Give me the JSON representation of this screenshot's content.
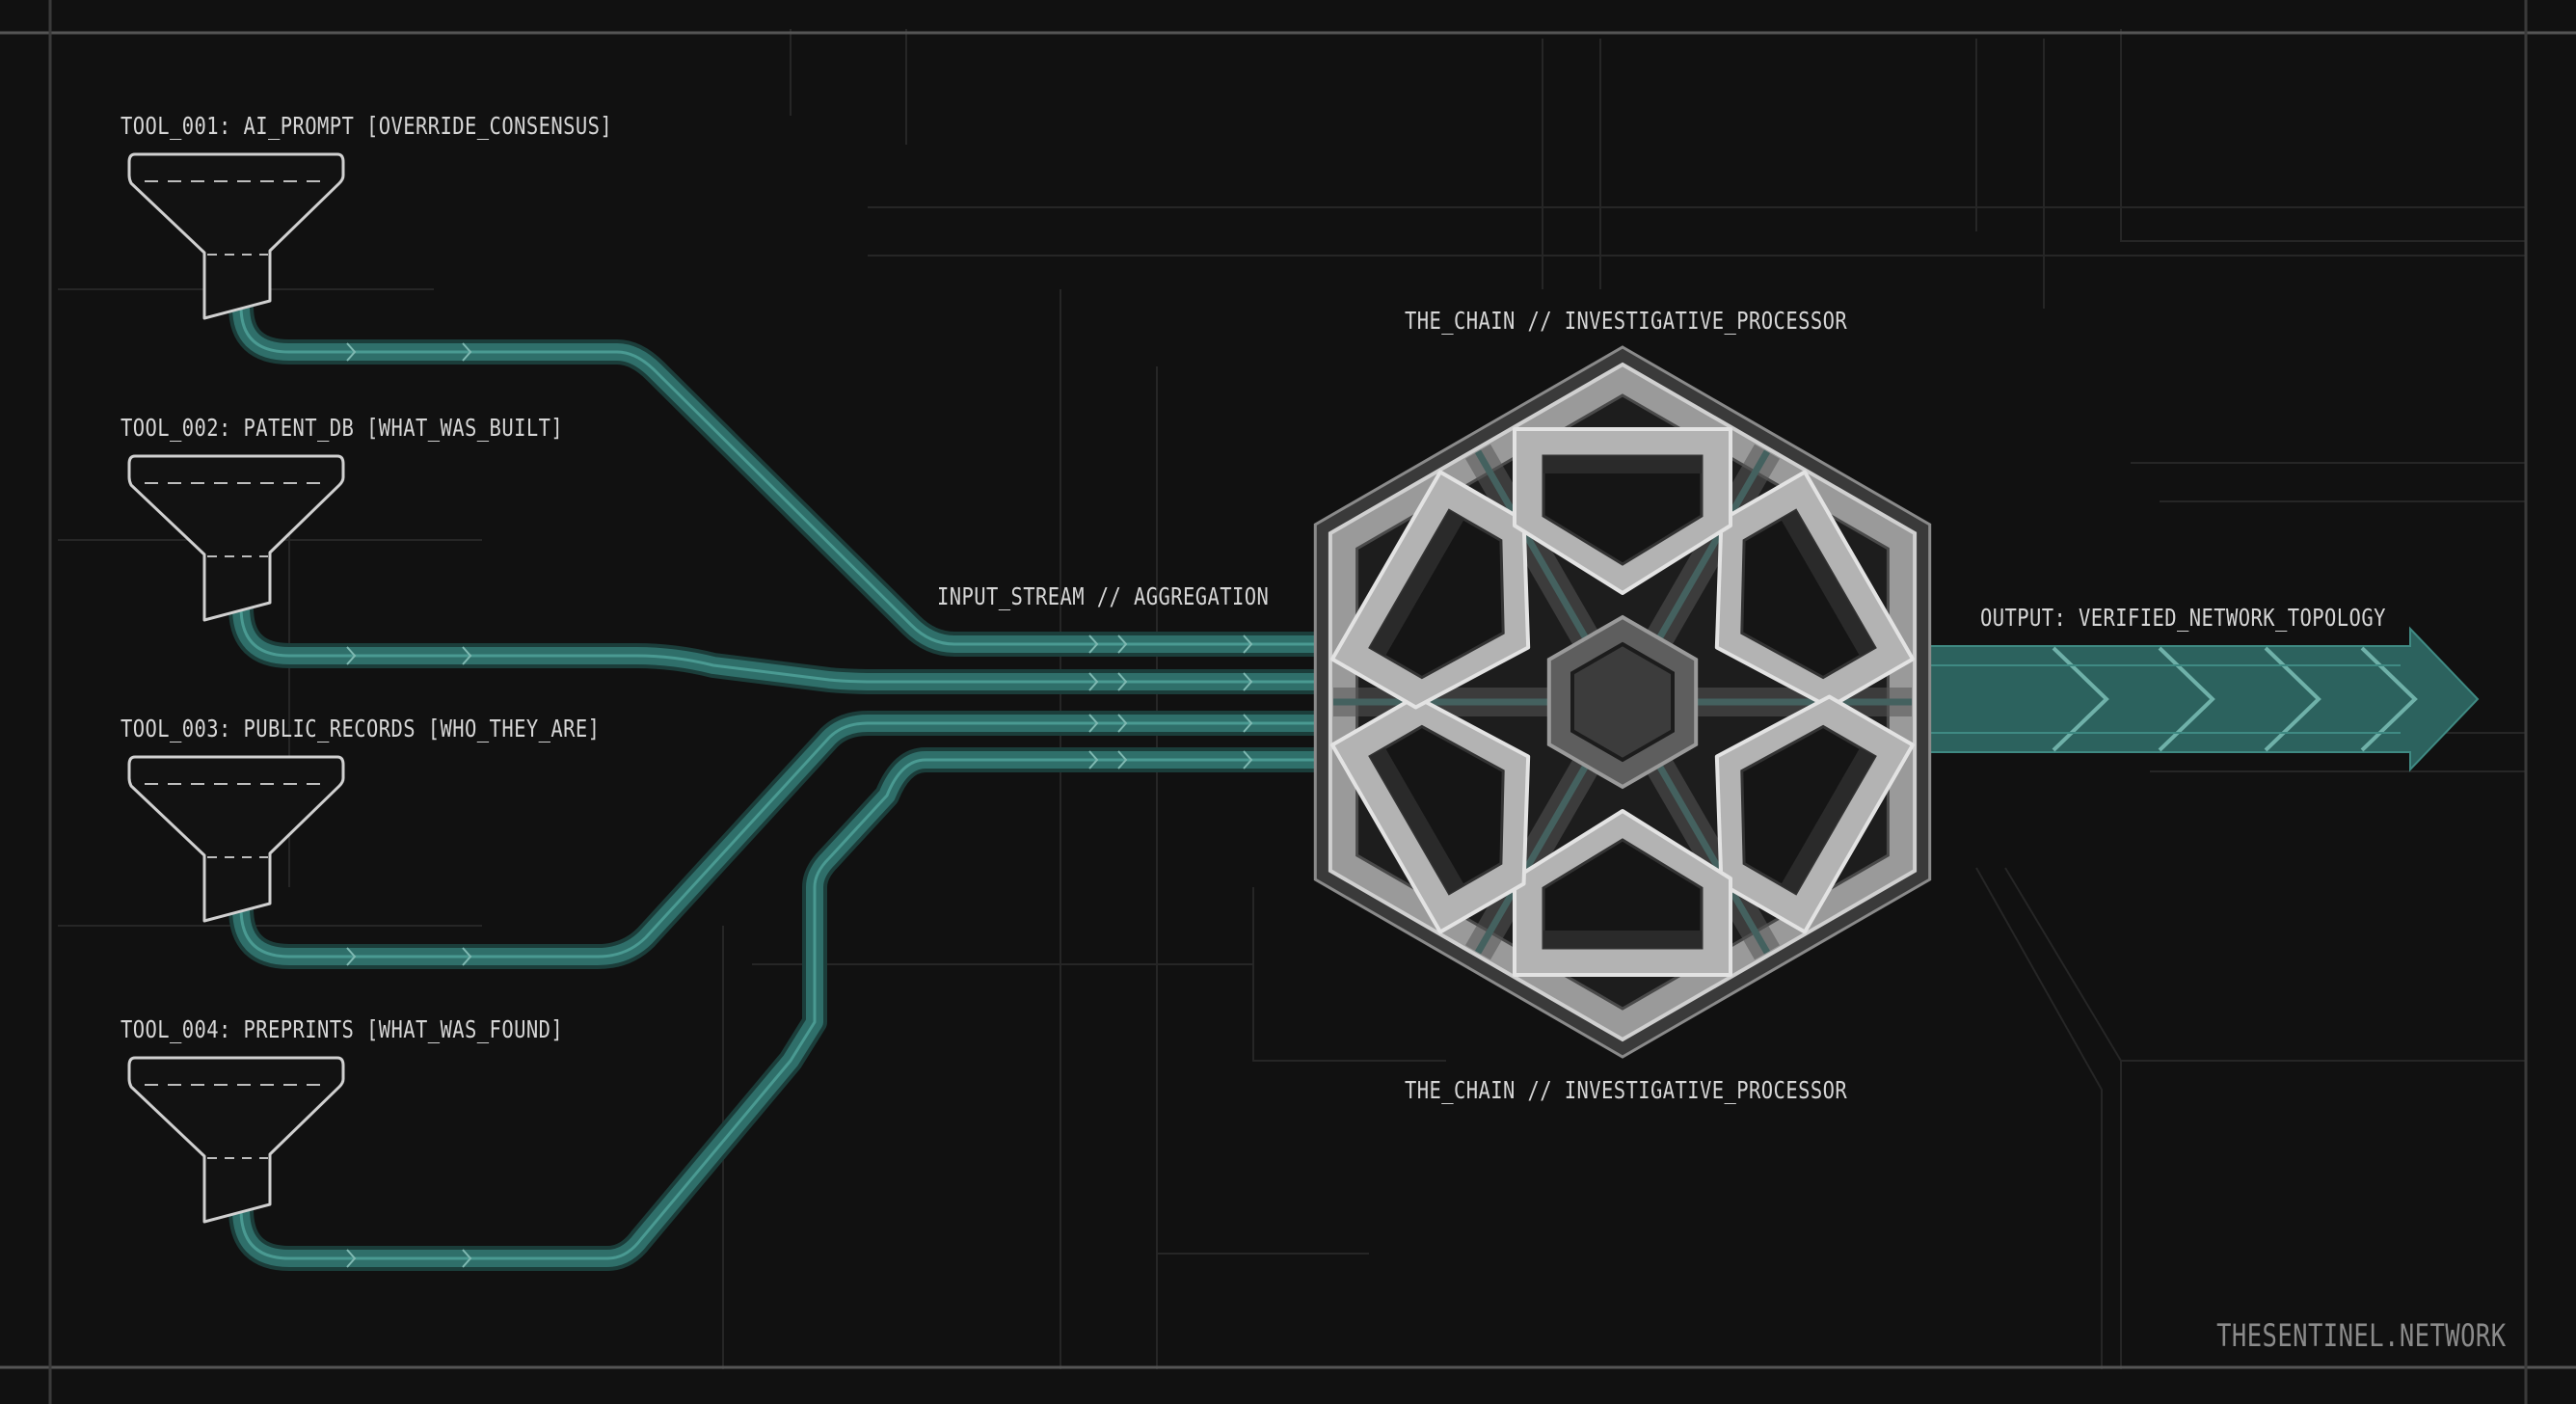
{
  "tools": [
    {
      "id": "tool_001",
      "label": "TOOL_001: AI_PROMPT [OVERRIDE_CONSENSUS]"
    },
    {
      "id": "tool_002",
      "label": "TOOL_002: PATENT_DB [WHAT_WAS_BUILT]"
    },
    {
      "id": "tool_003",
      "label": "TOOL_003: PUBLIC_RECORDS [WHO_THEY_ARE]"
    },
    {
      "id": "tool_004",
      "label": "TOOL_004: PREPRINTS [WHAT_WAS_FOUND]"
    }
  ],
  "stream_label": "INPUT_STREAM // AGGREGATION",
  "processor": {
    "top_label": "THE_CHAIN // INVESTIGATIVE_PROCESSOR",
    "bottom_label": "THE_CHAIN // INVESTIGATIVE_PROCESSOR"
  },
  "output_label": "OUTPUT: VERIFIED_NETWORK_TOPOLOGY",
  "brand": "THESENTINEL.NETWORK",
  "colors": {
    "background": "#111111",
    "teal": "#2f6f6a",
    "teal_light": "#4a9a92",
    "metal": "#9a9a9a",
    "text": "#d6d6d6"
  }
}
